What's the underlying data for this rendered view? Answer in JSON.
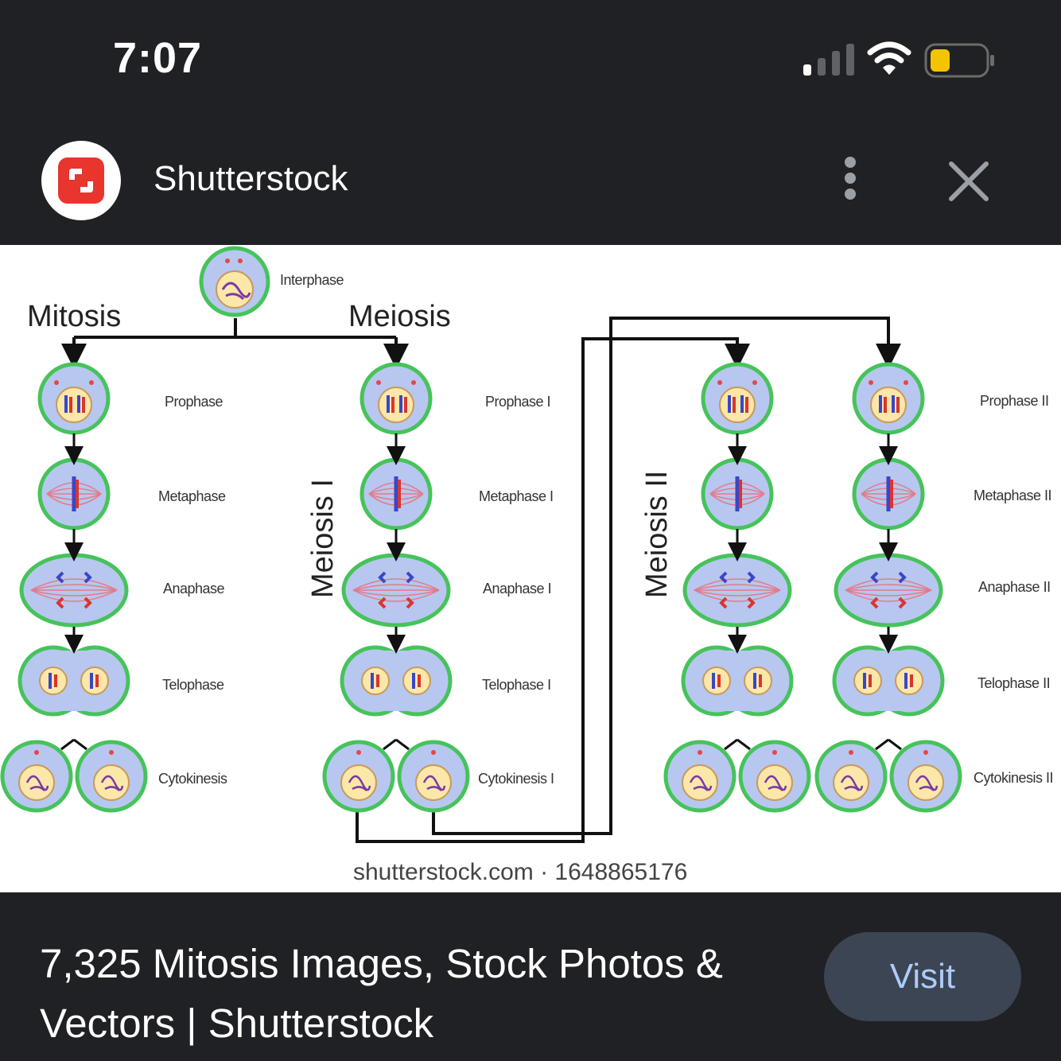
{
  "status_bar": {
    "time": "7:07",
    "icons": [
      "signal-icon",
      "wifi-icon",
      "battery-icon"
    ],
    "battery_color": "#f5c400"
  },
  "source": {
    "name": "Shutterstock",
    "logo_icon": "shutterstock-logo-icon",
    "logo_color": "#e8352e",
    "more_icon": "more-vert-icon",
    "close_icon": "close-icon"
  },
  "image": {
    "branch_labels": {
      "mitosis": "Mitosis",
      "meiosis": "Meiosis",
      "meiosis_1": "Meiosis I",
      "meiosis_2": "Meiosis II"
    },
    "interphase": "Interphase",
    "mitosis_stages": [
      "Prophase",
      "Metaphase",
      "Anaphase",
      "Telophase",
      "Cytokinesis"
    ],
    "meiosis_1_stages": [
      "Prophase I",
      "Metaphase I",
      "Anaphase I",
      "Telophase I",
      "Cytokinesis I"
    ],
    "meiosis_2_stages": [
      "Prophase II",
      "Metaphase II",
      "Anaphase II",
      "Telophase II",
      "Cytokinesis II"
    ],
    "watermark": "shutterstock.com · 1648865176"
  },
  "caption": {
    "title": "7,325 Mitosis Images, Stock Photos & Vectors | Shutterstock",
    "visit_label": "Visit"
  }
}
